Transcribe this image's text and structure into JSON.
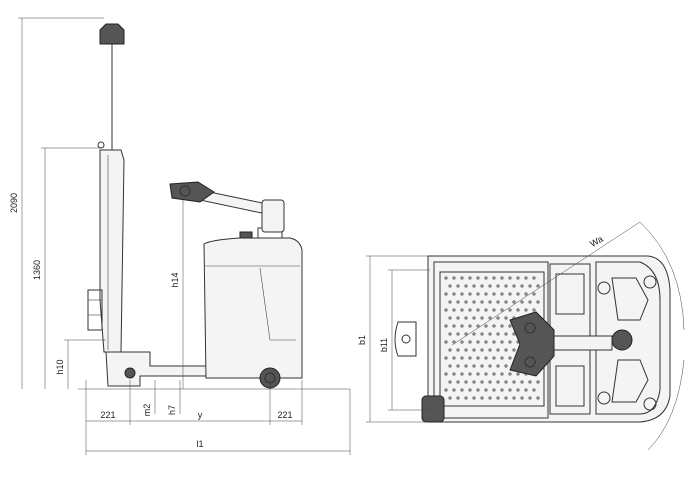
{
  "dimensions": {
    "overall_height": "2090",
    "mast_height": "1360",
    "tiller_height": "h14",
    "fork_height": "h10",
    "fork_thickness": "m2",
    "ground_clearance": "h7",
    "front_overhang": "221",
    "wheelbase": "y",
    "rear_overhang": "221",
    "overall_length": "l1",
    "overall_width": "b1",
    "track_width": "b11",
    "turning_radius": "Wa"
  }
}
